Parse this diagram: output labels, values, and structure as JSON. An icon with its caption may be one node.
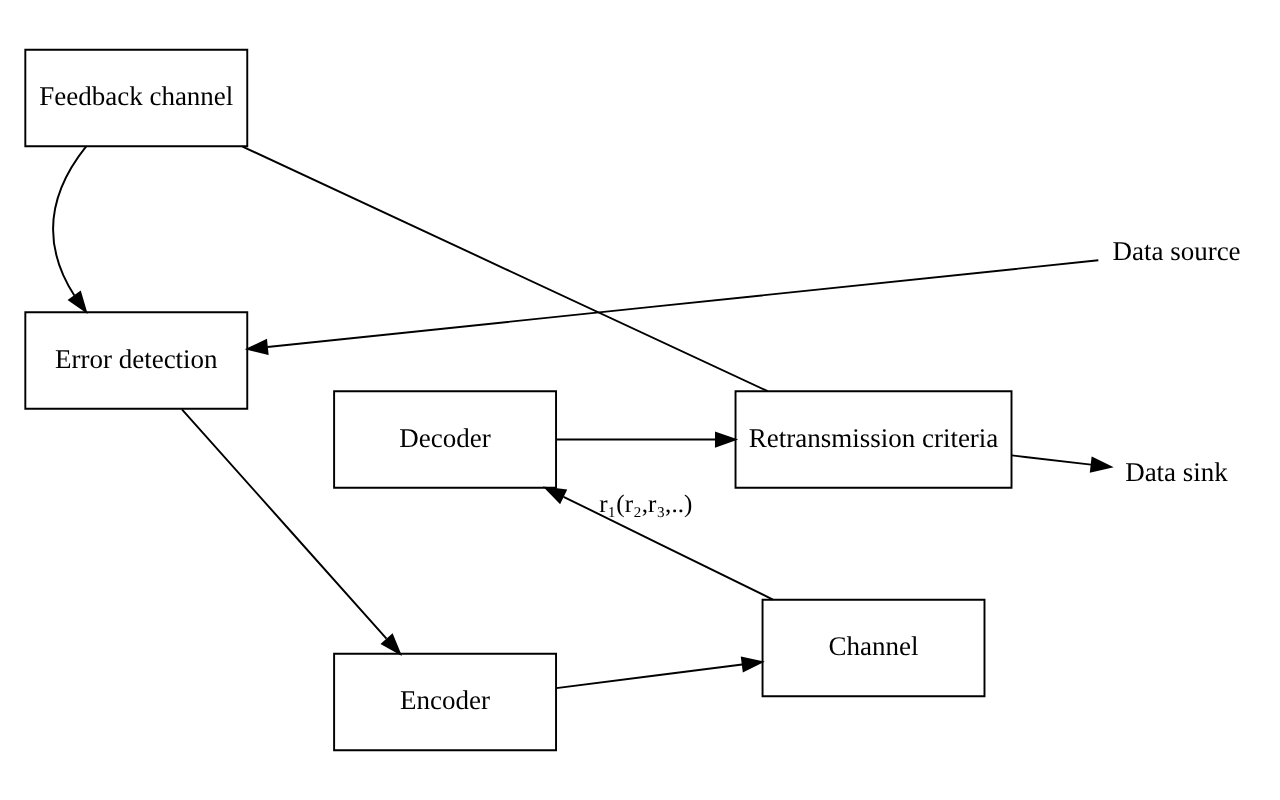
{
  "diagram": {
    "nodes": [
      {
        "text": [
          "Error detection"
        ]
      },
      {
        "text": [
          "Encoder"
        ]
      },
      {
        "text": [
          "Channel"
        ]
      },
      {
        "text": [
          "Decoder"
        ]
      },
      {
        "text": [
          "Retransmission criteria"
        ]
      },
      {
        "text": [
          "Feedback channel"
        ]
      },
      {
        "text": [
          "Data source"
        ]
      },
      {
        "text": [
          "Data sink"
        ]
      }
    ],
    "edges": [
      {
        "from": 6,
        "to": 0,
        "arrow": "to"
      },
      {
        "from": 0,
        "to": 1,
        "arrow": "to"
      },
      {
        "from": 1,
        "to": 2,
        "arrow": "to"
      },
      {
        "from": 2,
        "to": 3,
        "arrow": "to",
        "label": "r₁(r₂,r₃,..)"
      },
      {
        "from": 3,
        "to": 4,
        "arrow": "to"
      },
      {
        "from": 4,
        "to": 7,
        "arrow": "to"
      },
      {
        "from": 4,
        "to": 5,
        "arrow": "none"
      },
      {
        "from": 5,
        "to": 0,
        "arrow": "to"
      }
    ]
  }
}
